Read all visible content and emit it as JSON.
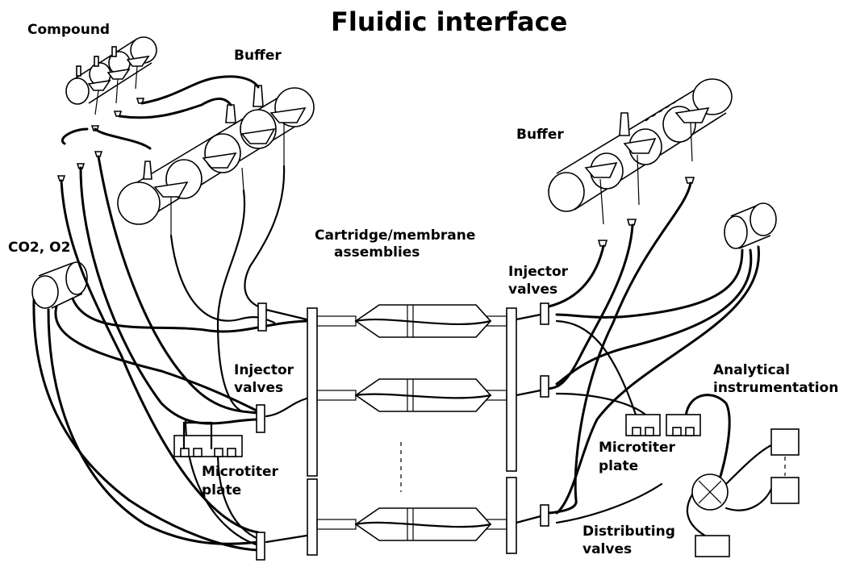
{
  "title": "Fluidic interface",
  "labels": {
    "compound": "Compound",
    "buffer_left": "Buffer",
    "buffer_right": "Buffer",
    "gases": "CO2, O2",
    "cartridge_line1": "Cartridge/membrane",
    "cartridge_line2": "assemblies",
    "injector_left_line1": "Injector",
    "injector_left_line2": "valves",
    "injector_right_line1": "Injector",
    "injector_right_line2": "valves",
    "microtiter_left_line1": "Microtiter",
    "microtiter_left_line2": "plate",
    "microtiter_right_line1": "Microtiter",
    "microtiter_right_line2": "plate",
    "analytical_line1": "Analytical",
    "analytical_line2": "instrumentation",
    "distributing_line1": "Distributing",
    "distributing_line2": "valves"
  }
}
